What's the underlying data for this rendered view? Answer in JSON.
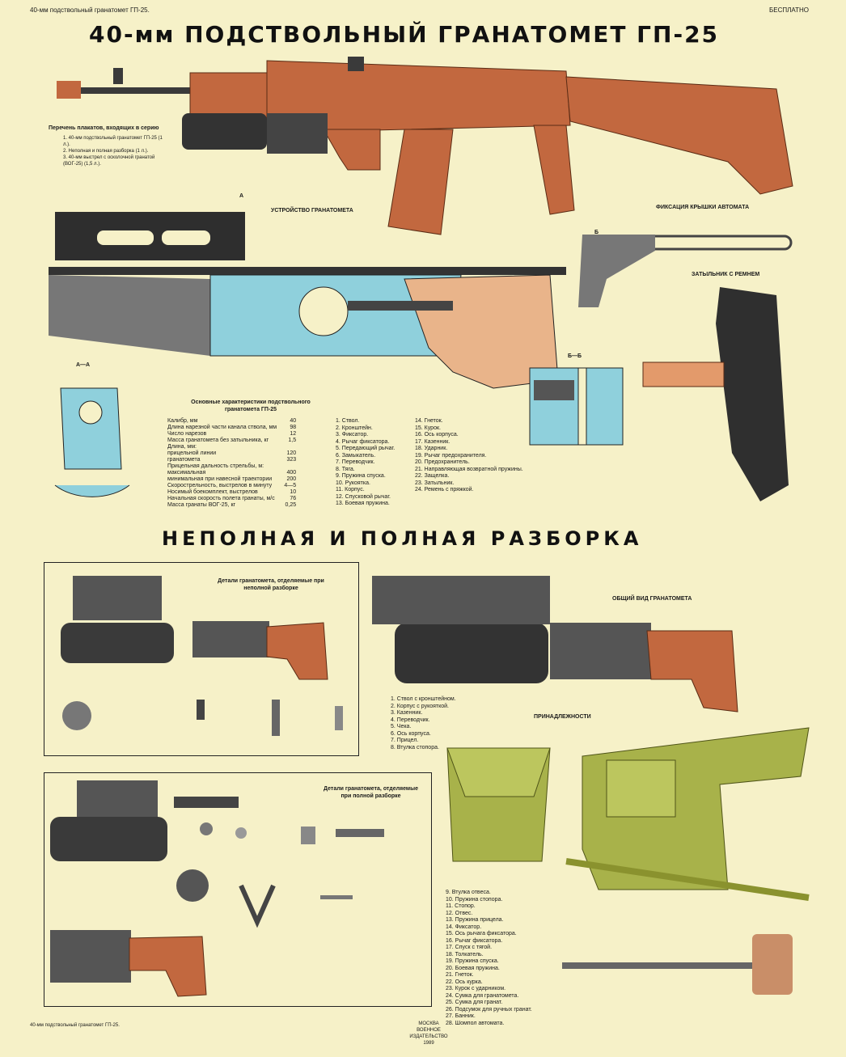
{
  "header": {
    "top_left": "40-мм подствольный гранатомет ГП-25.",
    "top_right": "БЕСПЛАТНО",
    "title": "40-мм ПОДСТВОЛЬНЫЙ ГРАНАТОМЕТ ГП-25"
  },
  "series": {
    "heading": "Перечень плакатов, входящих в серию",
    "items": [
      "1. 40-мм подствольный гранатомет ГП-25 (1 л.).",
      "2. Неполная и полная разборка (1 л.).",
      "3. 40-мм выстрел с осколочной гранатой (ВОГ-25) (1,5 л.)."
    ]
  },
  "sections": {
    "device": "УСТРОЙСТВО ГРАНАТОМЕТА",
    "lid_fix": "ФИКСАЦИЯ КРЫШКИ АВТОМАТА",
    "butt": "ЗАТЫЛЬНИК С РЕМНЕМ",
    "section_aa": "А—А",
    "section_bb": "Б—Б",
    "a_mark": "А",
    "b_mark": "Б",
    "disassembly": "НЕПОЛНАЯ И ПОЛНАЯ РАЗБОРКА",
    "partial_parts": "Детали гранатомета, отделяемые при неполной разборке",
    "full_parts": "Детали гранатомета, отделяемые при полной разборке",
    "general_view": "ОБЩИЙ ВИД ГРАНАТОМЕТА",
    "accessories": "ПРИНАДЛЕЖНОСТИ"
  },
  "specs": {
    "heading": "Основные характеристики подствольного гранатомета ГП-25",
    "rows": [
      [
        "Калибр, мм",
        "40"
      ],
      [
        "Длина нарезной части канала ствола, мм",
        "98"
      ],
      [
        "Число нарезов",
        "12"
      ],
      [
        "Масса гранатомета без затыльника, кг",
        "1,5"
      ],
      [
        "Длина, мм:",
        ""
      ],
      [
        "прицельной линии",
        "120"
      ],
      [
        "гранатомета",
        "323"
      ],
      [
        "Прицельная дальность стрельбы, м:",
        ""
      ],
      [
        "максимальная",
        "400"
      ],
      [
        "минимальная при навесной траектории",
        "200"
      ],
      [
        "Скорострельность, выстрелов в минуту",
        "4—5"
      ],
      [
        "Носимый боекомплект, выстрелов",
        "10"
      ],
      [
        "Начальная скорость полета гранаты, м/с",
        "76"
      ],
      [
        "Масса гранаты ВОГ-25, кг",
        "0,25"
      ]
    ]
  },
  "parts_legend_a": [
    "1. Ствол.",
    "2. Кронштейн.",
    "3. Фиксатор.",
    "4. Рычаг фиксатора.",
    "5. Передающий рычаг.",
    "6. Замыкатель.",
    "7. Переводчик.",
    "8. Тяга.",
    "9. Пружина спуска.",
    "10. Рукоятка.",
    "11. Корпус.",
    "12. Спусковой рычаг.",
    "13. Боевая пружина."
  ],
  "parts_legend_b": [
    "14. Гнеток.",
    "15. Курок.",
    "16. Ось корпуса.",
    "17. Казенник.",
    "18. Ударник.",
    "19. Рычаг предохранителя.",
    "20. Предохранитель.",
    "21. Направляющая возвратной пружины.",
    "22. Защелка.",
    "23. Затыльник.",
    "24. Ремень с пряжкой."
  ],
  "general_legend": [
    "1. Ствол с кронштейном.",
    "2. Корпус с рукояткой.",
    "3. Казенник.",
    "4. Переводчик.",
    "5. Чека.",
    "6. Ось корпуса.",
    "7. Прицел.",
    "8. Втулка стопора."
  ],
  "accessories_legend": [
    "9. Втулка отвеса.",
    "10. Пружина стопора.",
    "11. Стопор.",
    "12. Отвес.",
    "13. Пружина прицела.",
    "14. Фиксатор.",
    "15. Ось рычага фиксатора.",
    "16. Рычаг фиксатора.",
    "17. Спуск с тягой.",
    "18. Толкатель.",
    "19. Пружина спуска.",
    "20. Боевая пружина.",
    "21. Гнеток.",
    "22. Ось курка.",
    "23. Курок с ударником.",
    "24. Сумка для гранатомета.",
    "25. Сумка для гранат.",
    "26. Подсумок для ручных гранат.",
    "27. Банник.",
    "28. Шомпол автомата."
  ],
  "footer": {
    "left": "40-мм подствольный гранатомет ГП-25.",
    "center_1": "МОСКВА",
    "center_2": "ВОЕННОЕ ИЗДАТЕЛЬСТВО",
    "center_3": "1989"
  },
  "colors": {
    "background": "#f6f1c8",
    "wood": "#c2683f",
    "cyan": "#8fd0dc",
    "olive": "#a8b24a",
    "metal": "#3a3a3a"
  }
}
